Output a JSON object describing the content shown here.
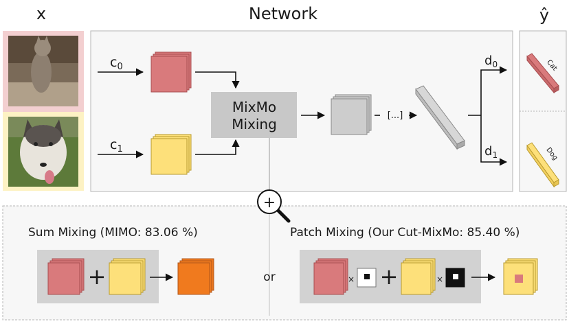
{
  "headers": {
    "input": "x",
    "network": "Network",
    "output": "ŷ"
  },
  "inputs": {
    "c0": "c",
    "c0_sub": "0",
    "c1": "c",
    "c1_sub": "1",
    "photo_top": "cat photo",
    "photo_bottom": "dog photo"
  },
  "network": {
    "mixing_line1": "MixMo",
    "mixing_line2": "Mixing",
    "ellipsis": "[...]",
    "d0": "d",
    "d0_sub": "0",
    "d1": "d",
    "d1_sub": "1"
  },
  "outputs": {
    "top_label": "Cat",
    "bottom_label": "Dog"
  },
  "bottom": {
    "sum_title": "Sum Mixing (MIMO: 83.06 %)",
    "or_label": "or",
    "patch_title": "Patch Mixing (Our Cut-MixMo: 85.40 %)",
    "plus": "+",
    "times": "×",
    "zoom_plus": "+"
  },
  "colors": {
    "red": "#d97a7c",
    "red_dark": "#a84d50",
    "yellow": "#fde07a",
    "yellow_dark": "#b89a2e",
    "orange": "#f07a1e",
    "gray_block": "#c8c8c8",
    "panel_bg": "#f7f7f7",
    "pink_bg": "#f3cfd0",
    "cream_bg": "#fdf2c4"
  }
}
